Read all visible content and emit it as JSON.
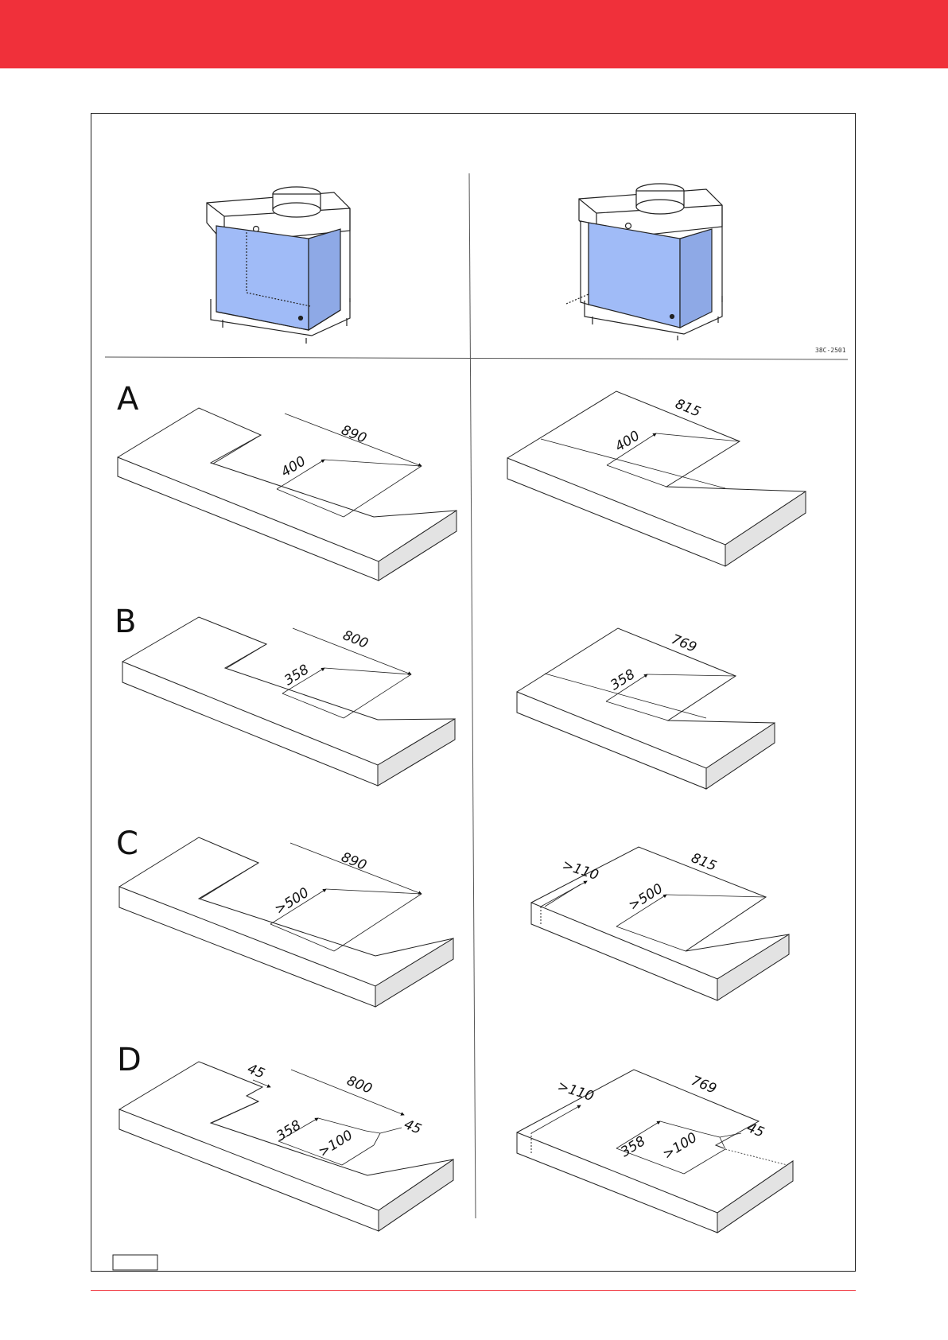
{
  "colors": {
    "brand": "#f0303a",
    "glass": "#a0bbf7",
    "glass_side": "#8ea9e6"
  },
  "figure_code": "38C-2501",
  "sections": [
    {
      "label": "A",
      "left": {
        "depth": "400",
        "width": "890"
      },
      "right": {
        "depth": "400",
        "width": "815"
      }
    },
    {
      "label": "B",
      "left": {
        "depth": "358",
        "width": "800"
      },
      "right": {
        "depth": "358",
        "width": "769"
      }
    },
    {
      "label": "C",
      "left": {
        "depth": ">500",
        "width": "890"
      },
      "right": {
        "depth": ">500",
        "width": "815",
        "offset": ">110"
      }
    },
    {
      "label": "D",
      "left": {
        "depth": "358",
        "width": "800",
        "gap": ">100",
        "step_a": "45",
        "step_b": "45"
      },
      "right": {
        "depth": "358",
        "width": "769",
        "gap": ">100",
        "step_b": "45",
        "offset": ">110"
      }
    }
  ]
}
